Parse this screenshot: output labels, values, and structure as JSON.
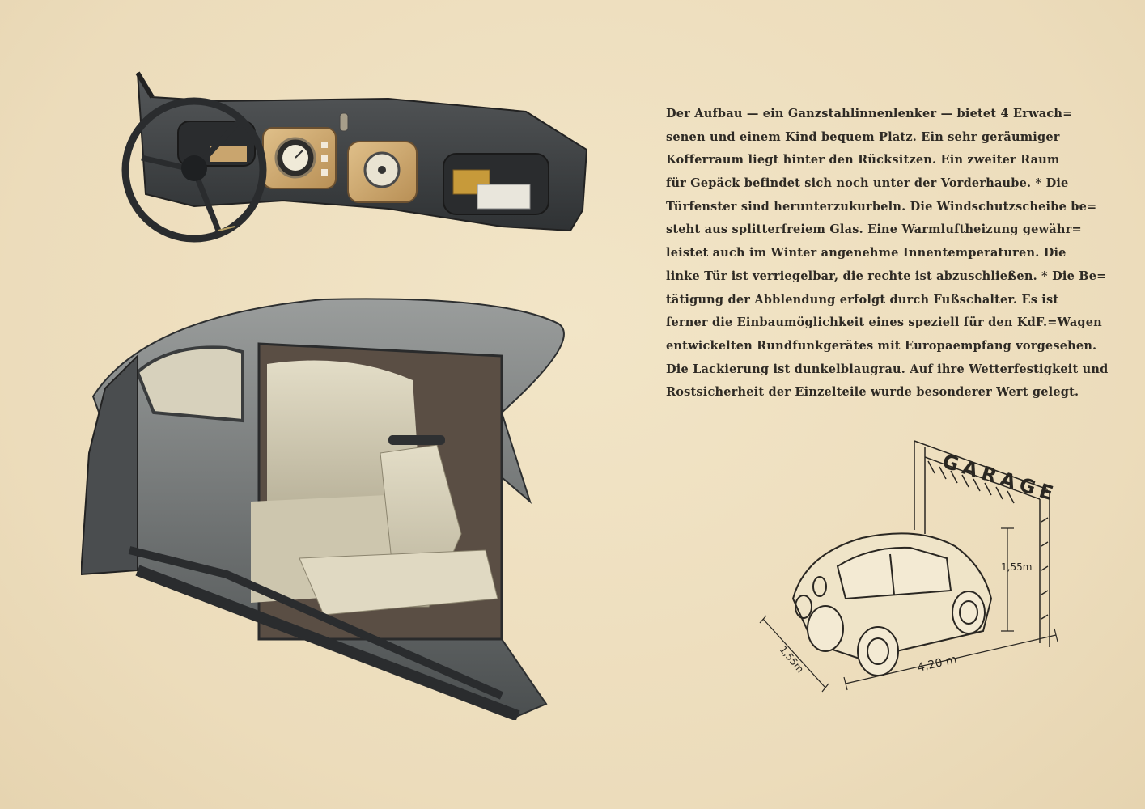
{
  "body_text": {
    "lines": [
      "Der Aufbau — ein Ganzstahlinnenlenker — bietet 4 Erwach=",
      "senen und einem Kind bequem Platz. Ein sehr geräumiger",
      "Kofferraum liegt hinter den Rücksitzen. Ein zweiter Raum",
      "für Gepäck befindet sich noch unter der Vorderhaube. * Die",
      "Türfenster sind herunterzukurbeln. Die Windschutzscheibe be=",
      "steht aus splitterfreiem Glas. Eine Warmluftheizung gewähr=",
      "leistet auch im Winter angenehme Innentemperaturen. Die",
      "linke Tür ist verriegelbar, die rechte ist abzuschließen. * Die Be=",
      "tätigung der Abblendung erfolgt durch Fußschalter. Es ist",
      "ferner die Einbaumöglichkeit eines speziell für den KdF.=Wagen",
      "entwickelten Rundfunkgerätes mit Europaempfang vorgesehen.",
      "Die Lackierung ist dunkelblaugrau. Auf ihre Wetterfestigkeit und",
      "Rostsicherheit der Einzelteile wurde besonderer Wert gelegt."
    ]
  },
  "garage_diagram": {
    "sign": "GARAGE",
    "height_label": "1,55m",
    "width_label": "1,55m",
    "length_label": "4,20 m"
  },
  "colors": {
    "paper": "#efe1c2",
    "ink": "#2e2a24",
    "dashboard": "#3a3d3f",
    "upholstery": "#d9d3bd",
    "wood_panel": "#c9a56e"
  }
}
